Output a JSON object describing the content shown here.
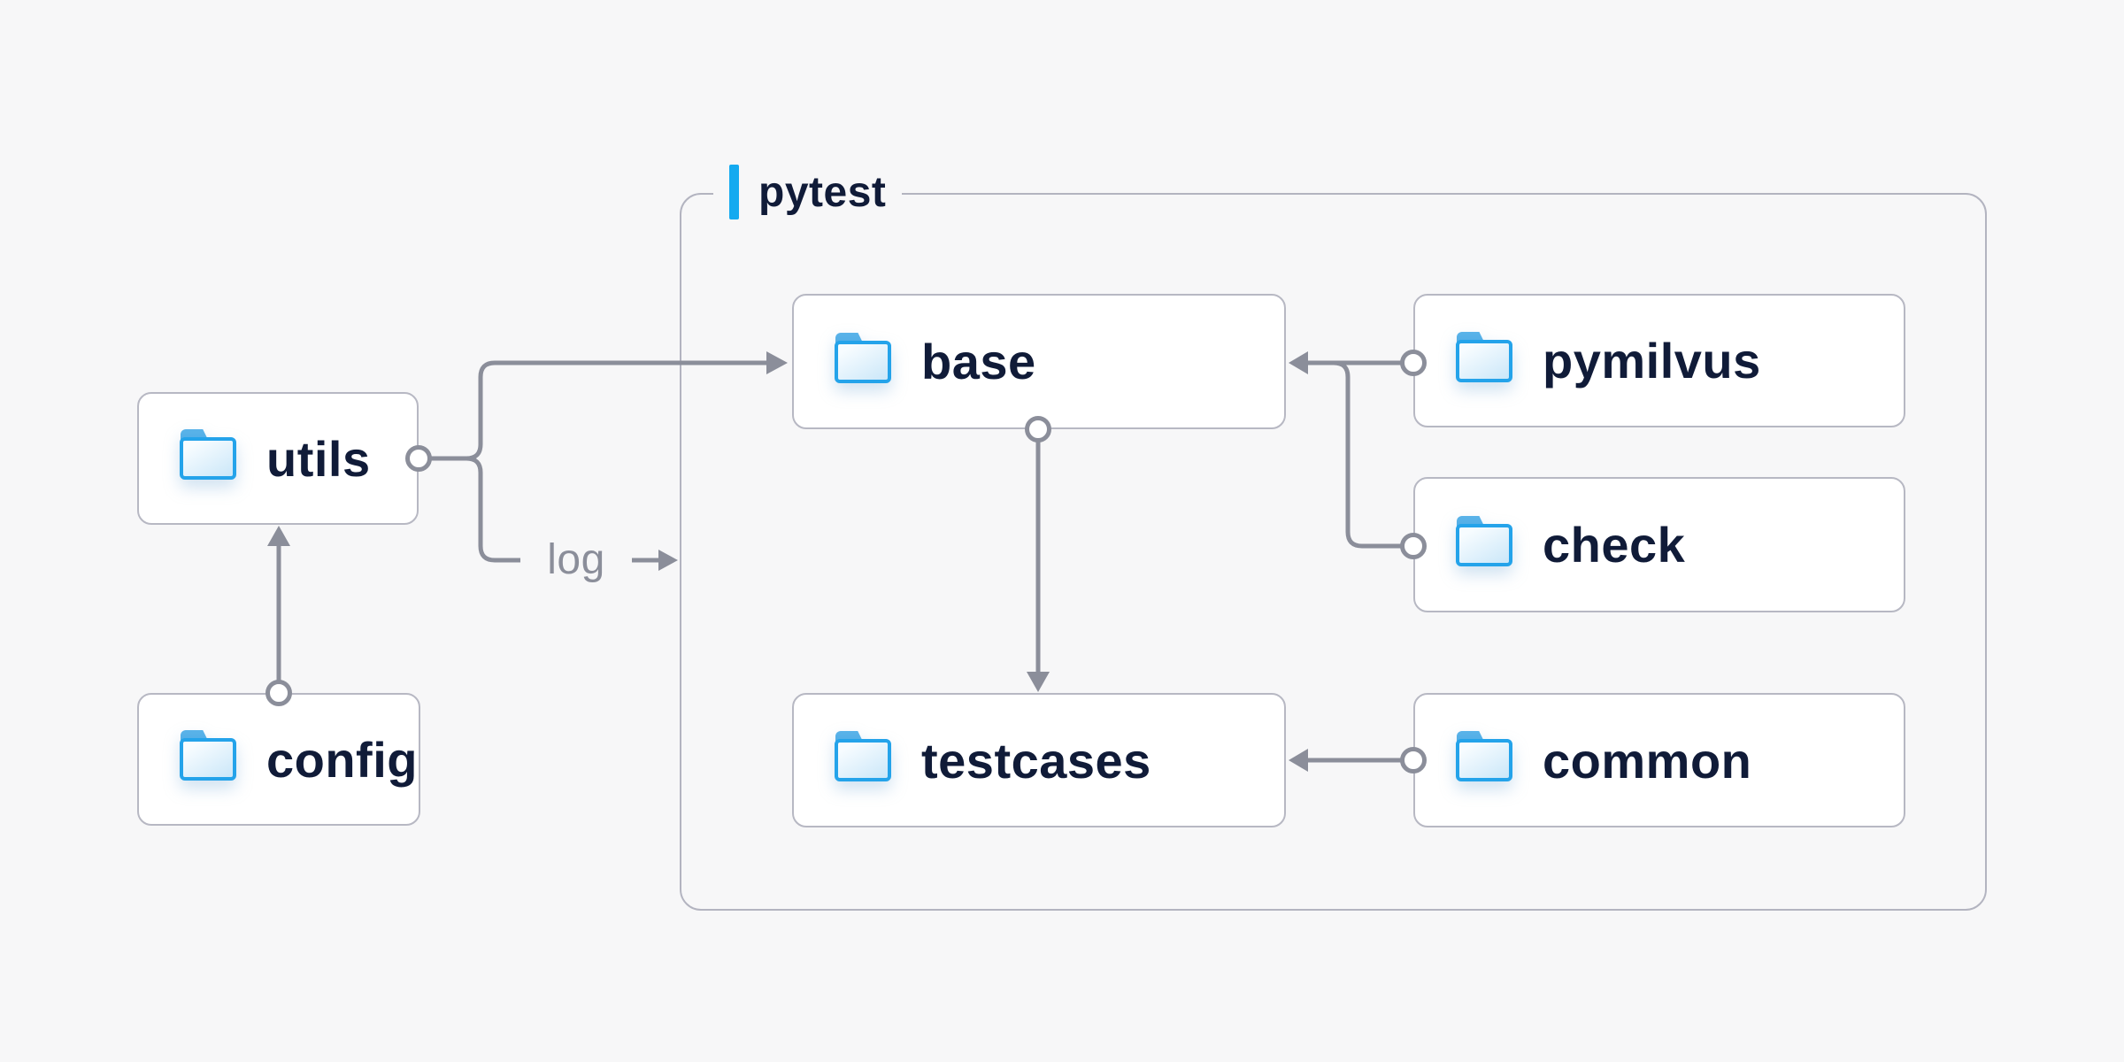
{
  "diagram": {
    "group_title": "pytest",
    "edge_label_log": "log",
    "nodes": {
      "utils": "utils",
      "config": "config",
      "base": "base",
      "pymilvus": "pymilvus",
      "check": "check",
      "testcases": "testcases",
      "common": "common"
    }
  },
  "colors": {
    "bg": "#f7f7f8",
    "node-bg": "#ffffff",
    "node-border": "#b7b8c3",
    "container-border": "#b3b4c0",
    "connector": "#8b8e9a",
    "text": "#101b38",
    "accent": "#14aaf0",
    "muted": "#8b8e9a",
    "folder-stroke": "#24a3ea",
    "folder-tab": "#4aa8e3",
    "folder-light": "#f7fcff",
    "folder-dark": "#cde8f9"
  }
}
